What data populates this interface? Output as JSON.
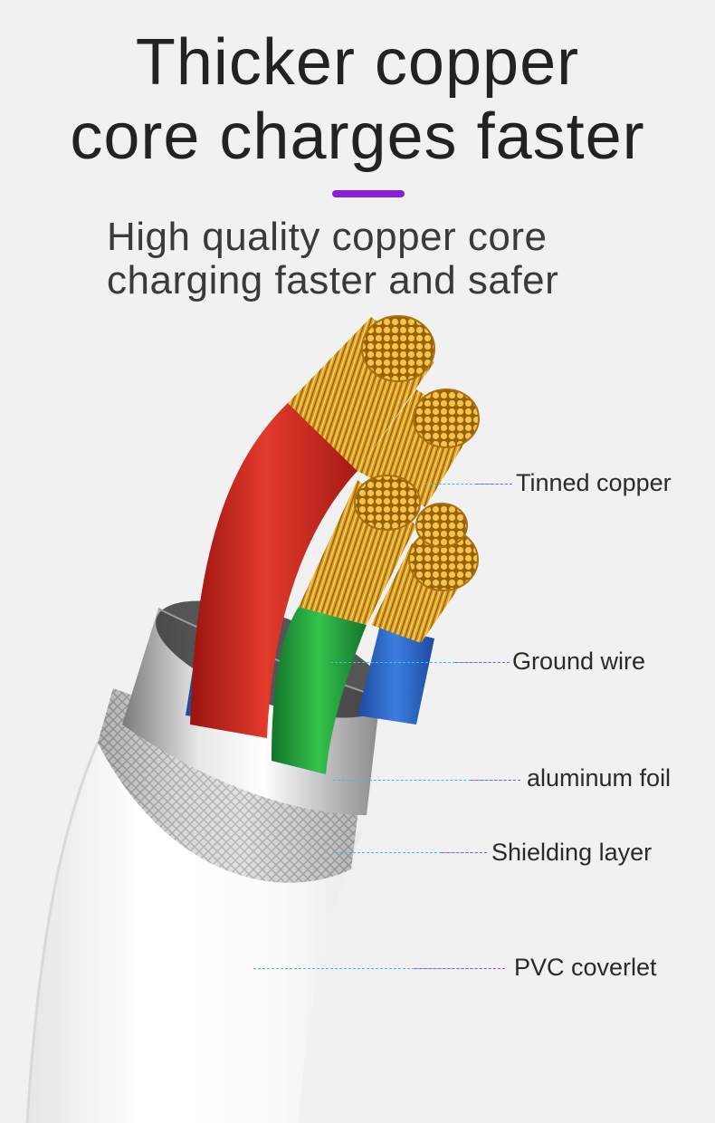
{
  "headline": {
    "line1": "Thicker copper",
    "line2": "core charges faster"
  },
  "subheadline": {
    "line1": "High quality copper core",
    "line2": "charging faster and safer"
  },
  "colors": {
    "background": "#f1f1f1",
    "accent": "#8a1fd6",
    "leader_cyan": "#35c4d8",
    "leader_purple": "#9a52e0",
    "wire_red": "#d0261f",
    "wire_blue": "#2f6fd0",
    "wire_green": "#1fa63a",
    "copper_gold": "#e2a51c"
  },
  "callouts": [
    {
      "id": "tinned-copper",
      "label": "Tinned copper"
    },
    {
      "id": "ground-wire",
      "label": "Ground wire"
    },
    {
      "id": "aluminum-foil",
      "label": "aluminum foil"
    },
    {
      "id": "shielding-layer",
      "label": "Shielding layer"
    },
    {
      "id": "pvc-coverlet",
      "label": "PVC coverlet"
    }
  ]
}
